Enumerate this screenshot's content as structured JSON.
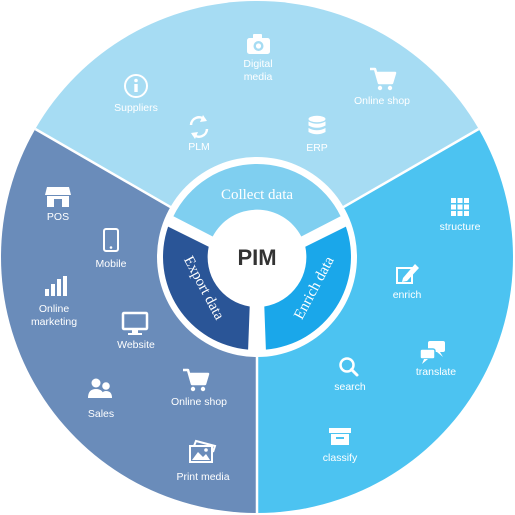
{
  "colors": {
    "collect": "#a6dcf3",
    "enrich": "#4cc3f1",
    "export": "#6a8cba",
    "collect_inner": "#7fcff0",
    "enrich_inner": "#1aa7ea",
    "export_inner": "#2a5597",
    "center_fill": "#ffffff",
    "center_text": "#333333"
  },
  "center": {
    "label": "PIM"
  },
  "segments": {
    "collect": {
      "label": "Collect data",
      "items": {
        "suppliers": {
          "label": "Suppliers",
          "icon": "info-icon"
        },
        "digital_media": {
          "label_line1": "Digital",
          "label_line2": "media",
          "icon": "camera-icon"
        },
        "online_shop": {
          "label": "Online shop",
          "icon": "cart-icon"
        },
        "plm": {
          "label": "PLM",
          "icon": "sync-icon"
        },
        "erp": {
          "label": "ERP",
          "icon": "database-icon"
        }
      }
    },
    "enrich": {
      "label": "Enrich data",
      "items": {
        "structure": {
          "label": "structure",
          "icon": "grid-icon"
        },
        "enrich": {
          "label": "enrich",
          "icon": "edit-icon"
        },
        "translate": {
          "label": "translate",
          "icon": "chat-bubbles-icon"
        },
        "search": {
          "label": "search",
          "icon": "magnifier-icon"
        },
        "classify": {
          "label": "classify",
          "icon": "archive-box-icon"
        }
      }
    },
    "export": {
      "label": "Export data",
      "items": {
        "pos": {
          "label": "POS",
          "icon": "store-icon"
        },
        "mobile": {
          "label": "Mobile",
          "icon": "smartphone-icon"
        },
        "online_marketing": {
          "label_line1": "Online",
          "label_line2": "marketing",
          "icon": "bar-chart-icon"
        },
        "website": {
          "label": "Website",
          "icon": "monitor-icon"
        },
        "sales": {
          "label": "Sales",
          "icon": "people-icon"
        },
        "online_shop": {
          "label": "Online shop",
          "icon": "cart-icon"
        },
        "print_media": {
          "label": "Print media",
          "icon": "picture-icon"
        }
      }
    }
  }
}
